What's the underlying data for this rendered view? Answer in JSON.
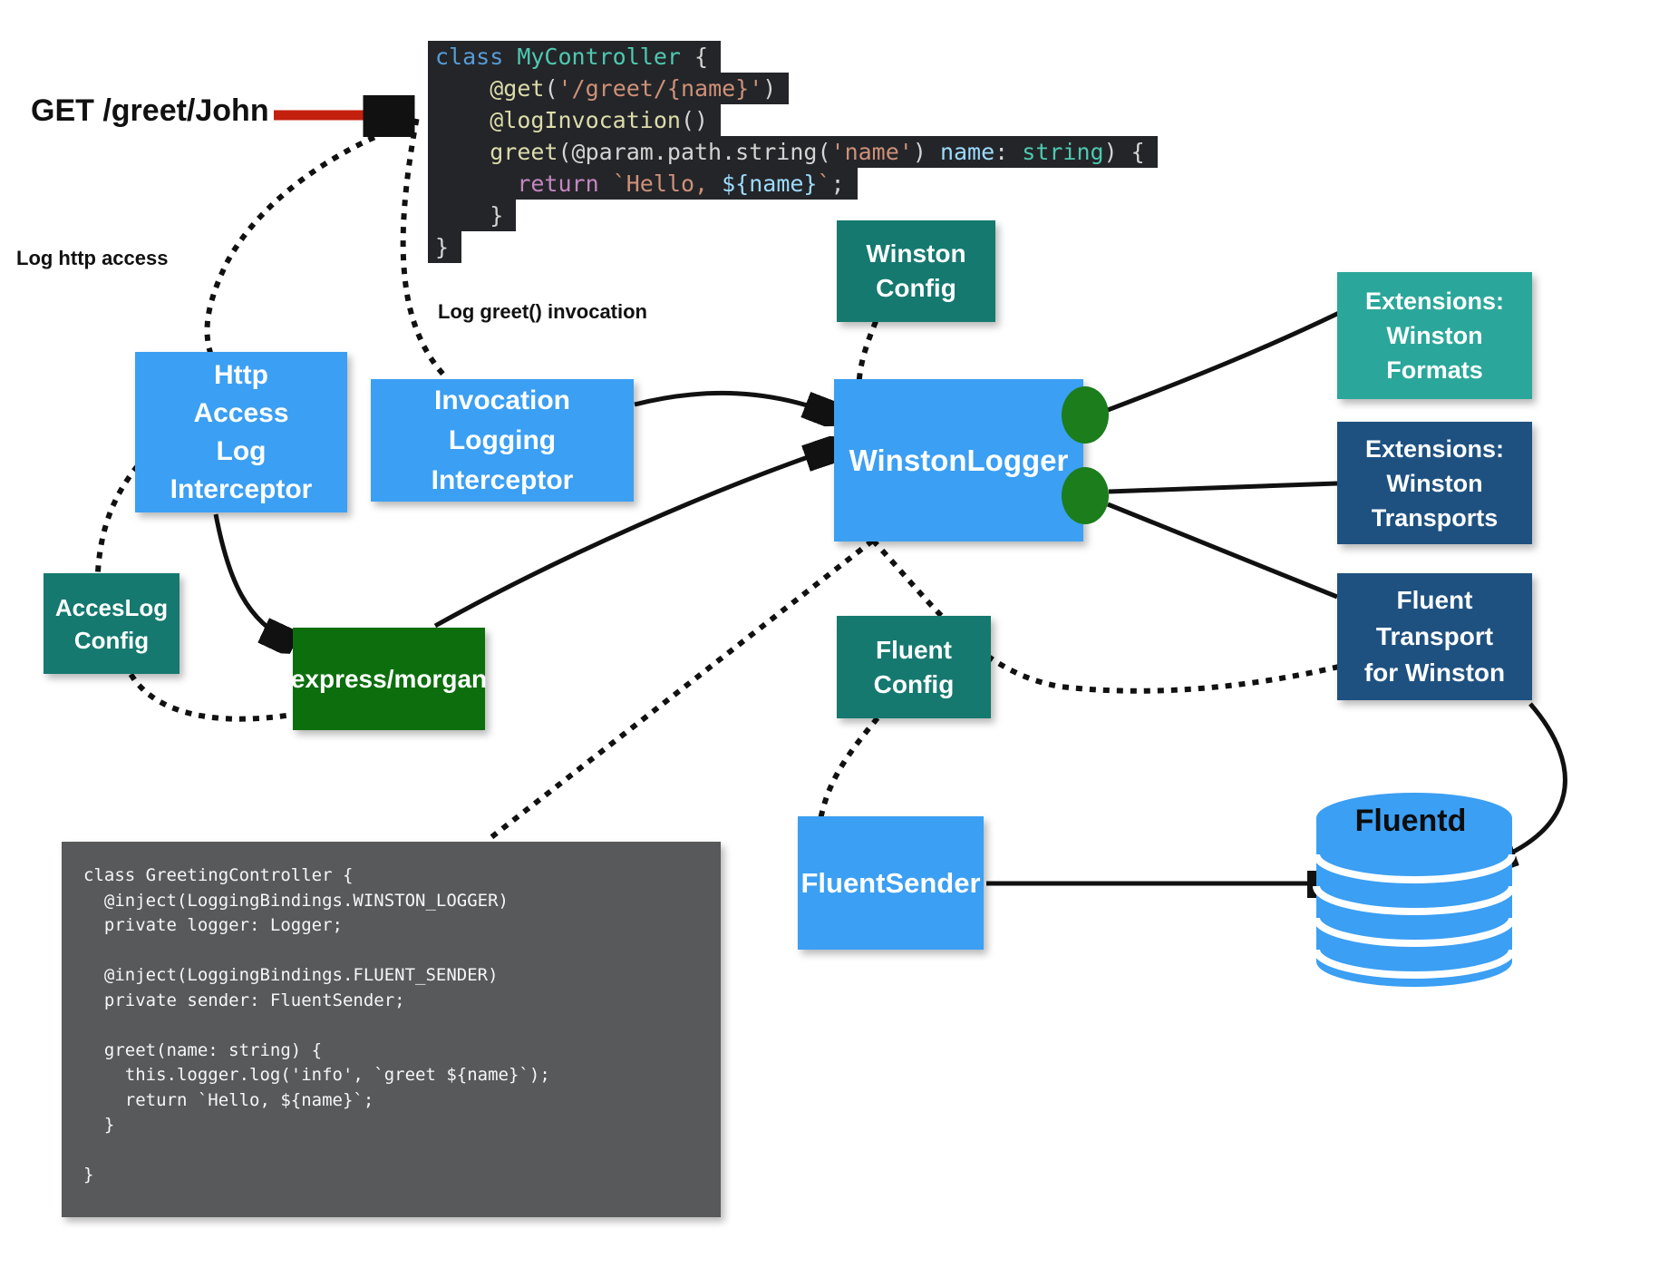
{
  "colors": {
    "blue": "#3b9ff3",
    "teal": "#15796f",
    "teal_light": "#2aa79a",
    "navy": "#1e5180",
    "green_box": "#0d6e0d",
    "green_ellipse": "#1b7d1b",
    "red": "#c4200e",
    "ink": "#111111",
    "code_bg": "#242529",
    "gray_code": "#58595b",
    "fluentd_blue": "#3b9ff3",
    "tok_kw": "#569cd6",
    "tok_type": "#4ec9b0",
    "tok_str": "#ce9178",
    "tok_fn": "#dcdcaa",
    "tok_param": "#9cdcfe",
    "tok_ctrl": "#c586c0",
    "tok_plain": "#d4d4d4"
  },
  "labels": {
    "get_request": "GET /greet/John",
    "log_http_access": "Log http access",
    "log_greet_invocation": "Log greet() invocation"
  },
  "nodes": {
    "http_access_log_interceptor": {
      "label": "Http\nAccess\nLog\nInterceptor"
    },
    "invocation_logging_interceptor": {
      "label": "Invocation\nLogging\nInterceptor"
    },
    "winston_logger": {
      "label": "WinstonLogger"
    },
    "winston_config": {
      "label": "Winston\nConfig"
    },
    "acceslog_config": {
      "label": "AccesLog\nConfig"
    },
    "fluent_config": {
      "label": "Fluent\nConfig"
    },
    "express_morgan": {
      "label": "express/morgan"
    },
    "fluent_sender": {
      "label": "FluentSender"
    },
    "extensions_winston_formats": {
      "label": "Extensions:\nWinston\nFormats"
    },
    "extensions_winston_transports": {
      "label": "Extensions:\nWinston\nTransports"
    },
    "fluent_transport_for_winston": {
      "label": "Fluent Transport\nfor Winston"
    },
    "fluentd": {
      "label": "Fluentd"
    }
  },
  "code_top": {
    "lines": [
      [
        [
          "kw",
          "class "
        ],
        [
          "type",
          "MyController "
        ],
        [
          "plain",
          "{"
        ]
      ],
      [
        [
          "plain",
          "    "
        ],
        [
          "fn",
          "@get"
        ],
        [
          "plain",
          "("
        ],
        [
          "str",
          "'/greet/{name}'"
        ],
        [
          "plain",
          ")"
        ]
      ],
      [
        [
          "plain",
          "    "
        ],
        [
          "fn",
          "@logInvocation"
        ],
        [
          "plain",
          "()"
        ]
      ],
      [
        [
          "plain",
          "    "
        ],
        [
          "fn",
          "greet"
        ],
        [
          "plain",
          "(@param.path.string("
        ],
        [
          "str",
          "'name'"
        ],
        [
          "plain",
          ") "
        ],
        [
          "param",
          "name"
        ],
        [
          "plain",
          ": "
        ],
        [
          "type",
          "string"
        ],
        [
          "plain",
          ") {"
        ]
      ],
      [
        [
          "plain",
          "      "
        ],
        [
          "ctrl",
          "return"
        ],
        [
          "plain",
          " "
        ],
        [
          "str",
          "`Hello, "
        ],
        [
          "param",
          "${name}"
        ],
        [
          "str",
          "`"
        ],
        [
          "plain",
          ";"
        ]
      ],
      [
        [
          "plain",
          "    }"
        ]
      ],
      [
        [
          "plain",
          "}"
        ]
      ]
    ]
  },
  "code_bottom": {
    "lines": [
      "class GreetingController {",
      "  @inject(LoggingBindings.WINSTON_LOGGER)",
      "  private logger: Logger;",
      "",
      "  @inject(LoggingBindings.FLUENT_SENDER)",
      "  private sender: FluentSender;",
      "",
      "  greet(name: string) {",
      "    this.logger.log('info', `greet ${name}`);",
      "    return `Hello, ${name}`;",
      "  }",
      "",
      "}"
    ]
  }
}
